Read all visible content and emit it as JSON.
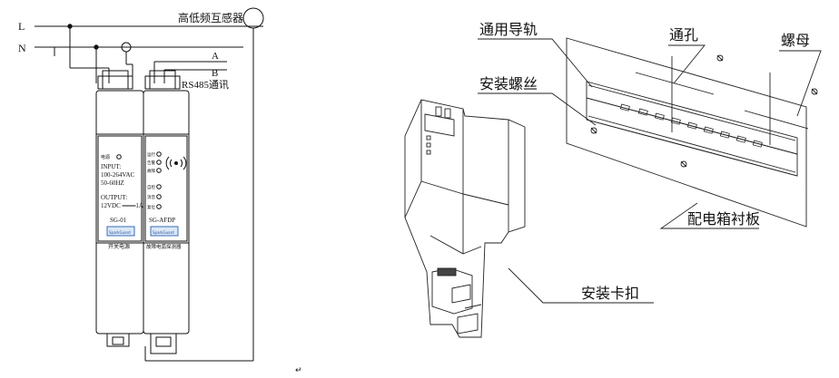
{
  "wiring": {
    "line_l": "L",
    "line_n": "N",
    "sensor_label": "高低频互感器",
    "bus_a": "A",
    "bus_b": "B",
    "rs485_label": "RS485通讯",
    "module_left": {
      "power_led": "电源",
      "input_title": "INPUT:",
      "input_voltage": "100-264VAC",
      "input_freq": "50-60HZ",
      "output_title": "OUTPUT:",
      "output_value": "12VDC ═══1A",
      "model": "SG-01",
      "brand": "SparkGuard",
      "caption": "开关电源"
    },
    "module_right": {
      "led_1": "运行",
      "led_2": "告警",
      "led_3": "故障",
      "led_4": "自检",
      "led_5": "消音",
      "led_6": "复位",
      "model": "SG-AFDP",
      "brand": "SparkGuard",
      "caption": "故障电弧探测器"
    }
  },
  "mounting": {
    "rail_label": "通用导轨",
    "hole_label": "通孔",
    "nut_label": "螺母",
    "screw_label": "安装螺丝",
    "board_label": "配电箱衬板",
    "clip_label": "安装卡扣"
  },
  "return_mark": "↵"
}
